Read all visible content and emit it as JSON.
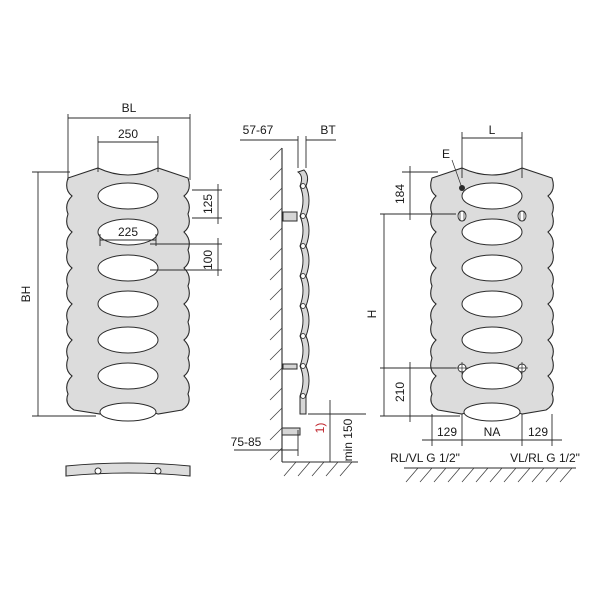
{
  "labels": {
    "bl": "BL",
    "w250": "250",
    "d125": "125",
    "w225": "225",
    "d100": "100",
    "bh": "BH",
    "d5767": "57-67",
    "bt": "BT",
    "d7585": "75-85",
    "min150": "min 150",
    "note1": "1)",
    "l": "L",
    "e": "E",
    "d184": "184",
    "h": "H",
    "d210": "210",
    "d129a": "129",
    "na": "NA",
    "d129b": "129",
    "left_conn": "RL/VL G 1/2\"",
    "right_conn": "VL/RL G 1/2\""
  },
  "colors": {
    "body_fill": "#dcdcdc",
    "note_red": "#c0262d"
  }
}
